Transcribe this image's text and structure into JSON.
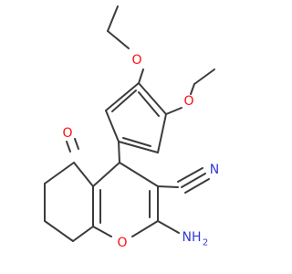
{
  "colors": {
    "bond": "#3b3b3b",
    "oxygen": "#ff0d0d",
    "nitrogen": "#2f3bd6",
    "background": "#ffffff"
  },
  "atoms": {
    "o_ether_top": {
      "element": "O",
      "label": "O"
    },
    "o_ether_right": {
      "element": "O",
      "label": "O"
    },
    "o_ketone": {
      "element": "O",
      "label": "O"
    },
    "o_ring": {
      "element": "O",
      "label": "O"
    },
    "n_nitrile": {
      "element": "N",
      "label": "N"
    },
    "n_amine": {
      "element": "N",
      "label": "NH",
      "subscript": "2"
    }
  }
}
